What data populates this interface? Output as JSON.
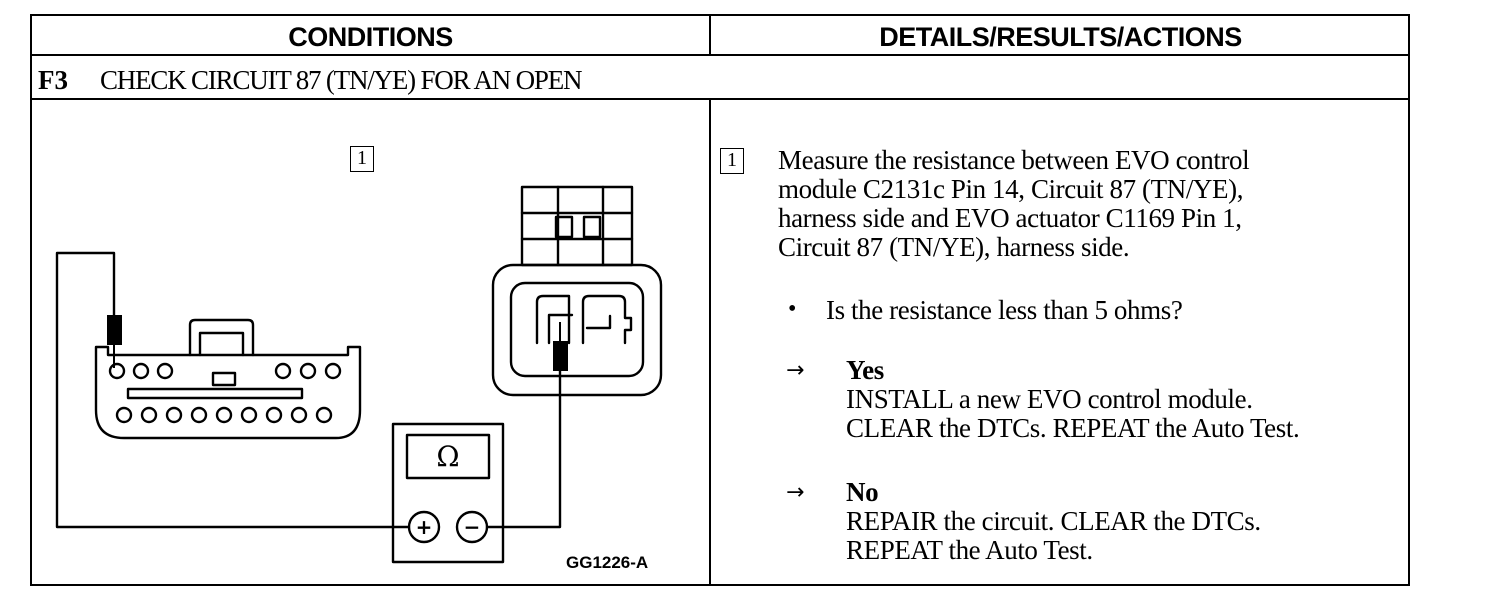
{
  "headers": {
    "conditions": "CONDITIONS",
    "details": "DETAILS/RESULTS/ACTIONS"
  },
  "step": {
    "id": "F3",
    "title": "CHECK CIRCUIT 87 (TN/YE) FOR AN OPEN"
  },
  "diagram": {
    "callout_number": "1",
    "meter_symbol": "Ω",
    "meter_plus": "+",
    "meter_minus": "−",
    "figure_id": "GG1226-A"
  },
  "details": {
    "callout_number": "1",
    "instruction_lines": [
      "Measure the resistance between EVO control",
      "module C2131c Pin 14, Circuit 87 (TN/YE),",
      "harness side and EVO actuator C1169 Pin 1,",
      "Circuit 87 (TN/YE), harness side."
    ],
    "bullet": "•",
    "question": "Is the resistance less than 5 ohms?",
    "arrow": "→",
    "yes": {
      "label": "Yes",
      "lines": [
        "INSTALL a new EVO control module.",
        "CLEAR the DTCs. REPEAT the Auto Test."
      ]
    },
    "no": {
      "label": "No",
      "lines": [
        "REPAIR the circuit. CLEAR the DTCs.",
        "REPEAT the Auto Test."
      ]
    }
  }
}
